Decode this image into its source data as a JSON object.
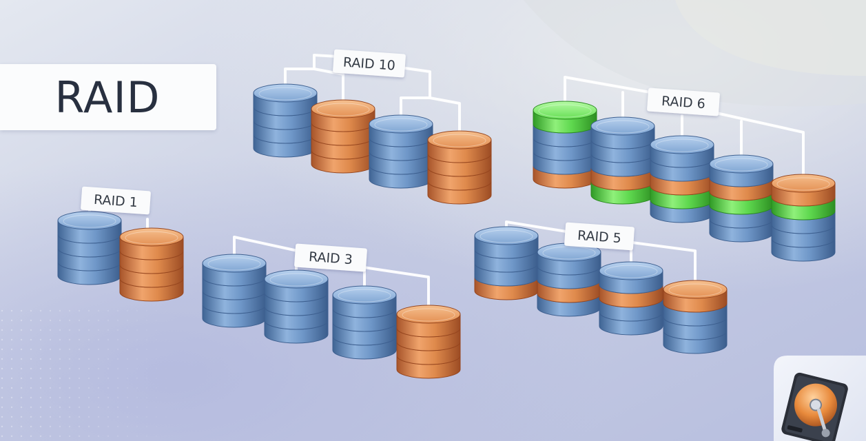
{
  "title": "RAID",
  "colors": {
    "data_disk": "#6f97c8",
    "mirror_disk": "#df8a4c",
    "secondary_parity_disk": "#5fd84f",
    "connector": "#ffffff",
    "label_text": "#333a44"
  },
  "icon": "hard-drive-icon",
  "arrays": [
    {
      "label": "RAID 1",
      "stacks": [
        [
          "data",
          "data",
          "data",
          "data"
        ],
        [
          "mirror",
          "mirror",
          "mirror",
          "mirror"
        ]
      ]
    },
    {
      "label": "RAID 10",
      "stacks": [
        [
          "data",
          "data",
          "data",
          "data"
        ],
        [
          "mirror",
          "mirror",
          "mirror",
          "mirror"
        ],
        [
          "data",
          "data",
          "data",
          "data"
        ],
        [
          "mirror",
          "mirror",
          "mirror",
          "mirror"
        ]
      ]
    },
    {
      "label": "RAID 3",
      "stacks": [
        [
          "data",
          "data",
          "data",
          "data"
        ],
        [
          "data",
          "data",
          "data",
          "data"
        ],
        [
          "data",
          "data",
          "data",
          "data"
        ],
        [
          "mirror",
          "mirror",
          "mirror",
          "mirror"
        ]
      ]
    },
    {
      "label": "RAID 5",
      "stacks": [
        [
          "data",
          "data",
          "data",
          "mirror"
        ],
        [
          "data",
          "data",
          "mirror",
          "data"
        ],
        [
          "data",
          "mirror",
          "data",
          "data"
        ],
        [
          "mirror",
          "data",
          "data",
          "data"
        ]
      ]
    },
    {
      "label": "RAID 6",
      "stacks": [
        [
          "green",
          "data",
          "data",
          "data",
          "mirror"
        ],
        [
          "data",
          "data",
          "data",
          "mirror",
          "green"
        ],
        [
          "data",
          "data",
          "mirror",
          "green",
          "data"
        ],
        [
          "data",
          "mirror",
          "green",
          "data",
          "data"
        ],
        [
          "mirror",
          "green",
          "data",
          "data",
          "data"
        ]
      ]
    }
  ]
}
